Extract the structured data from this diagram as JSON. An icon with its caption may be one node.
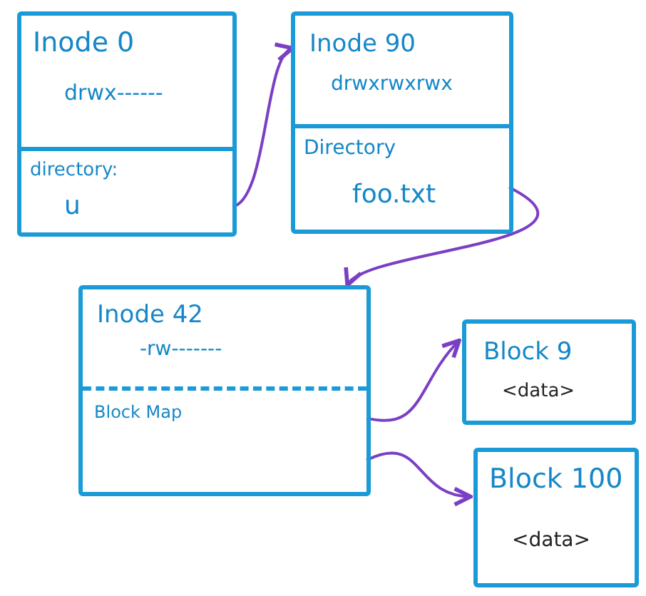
{
  "diagram": {
    "nodes": [
      {
        "text": [],
        "shape": "box"
      },
      {
        "text": [
          "Inode 0",
          "drwx------"
        ],
        "in": 0
      },
      {
        "text": [
          "directory:",
          "u"
        ],
        "in": 0
      },
      {
        "text": [],
        "shape": "box"
      },
      {
        "text": [
          "Inode 90",
          "drwxrwxrwx"
        ],
        "in": 3
      },
      {
        "text": [
          "Directory",
          "foo.txt"
        ],
        "in": 3
      },
      {
        "text": [],
        "shape": "box"
      },
      {
        "text": [
          "Inode 42",
          "-rw-------"
        ],
        "in": 6
      },
      {
        "text": [
          "Block Map"
        ],
        "in": 6
      },
      {
        "text": [
          "Block 9",
          "<data>"
        ]
      },
      {
        "text": [
          "Block 100",
          "<data>"
        ]
      }
    ],
    "edges": [
      {
        "from": 2,
        "to": 4,
        "arrow": "to"
      },
      {
        "from": 5,
        "to": 6,
        "arrow": "to"
      },
      {
        "from": 8,
        "to": 9,
        "arrow": "to"
      },
      {
        "from": 8,
        "to": 10,
        "arrow": "to"
      }
    ]
  }
}
